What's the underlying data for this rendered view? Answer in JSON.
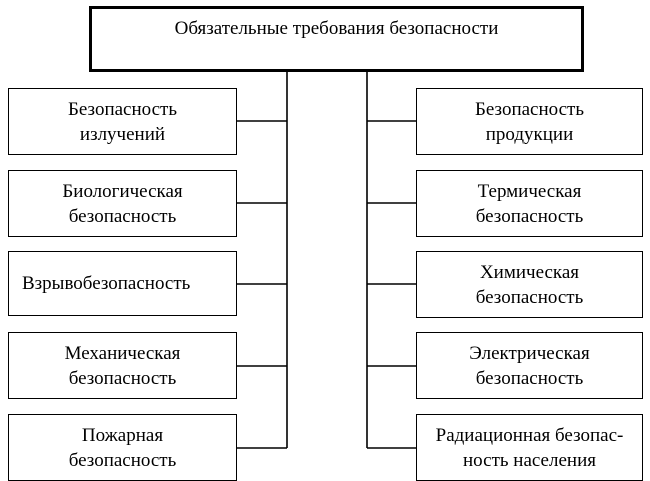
{
  "root": {
    "label": "Обязательные требования безопасности"
  },
  "left": [
    {
      "line1": "Безопасность",
      "line2": "излучений"
    },
    {
      "line1": "Биологическая",
      "line2": "безопасность"
    },
    {
      "line1": "Взрывобезопасность",
      "line2": ""
    },
    {
      "line1": "Механическая",
      "line2": "безопасность"
    },
    {
      "line1": "Пожарная",
      "line2": "безопасность"
    }
  ],
  "right": [
    {
      "line1": "Безопасность",
      "line2": "продукции"
    },
    {
      "line1": "Термическая",
      "line2": "безопасность"
    },
    {
      "line1": "Химическая",
      "line2": "безопасность"
    },
    {
      "line1": "Электрическая",
      "line2": "безопасность"
    },
    {
      "line1": "Радиационная безопас-",
      "line2": "ность населения"
    }
  ]
}
